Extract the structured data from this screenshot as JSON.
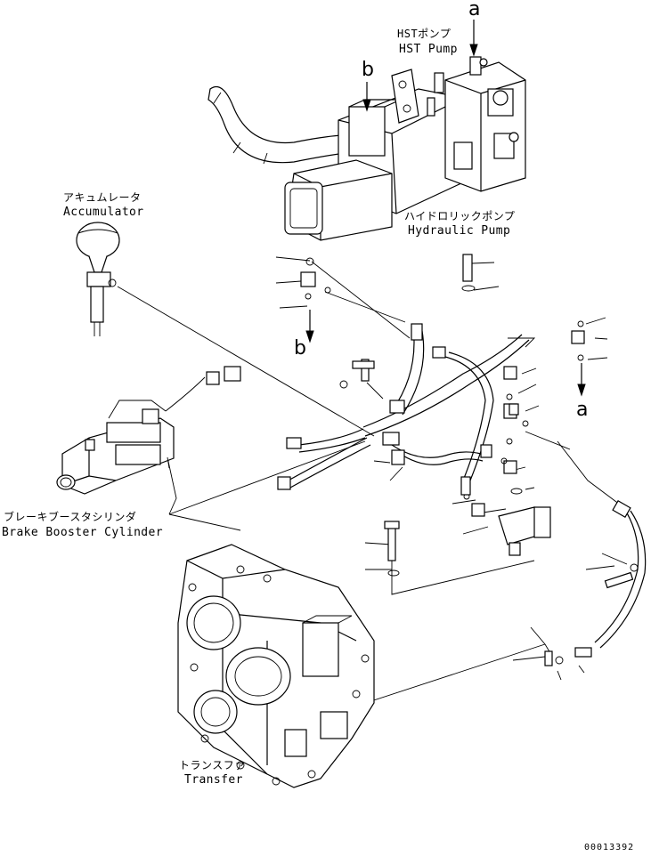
{
  "labels": {
    "hst_pump_jp": "HSTポンプ",
    "hst_pump_en": "HST Pump",
    "accumulator_jp": "アキュムレータ",
    "accumulator_en": "Accumulator",
    "hydraulic_pump_jp": "ハイドロリックポンプ",
    "hydraulic_pump_en": "Hydraulic Pump",
    "brake_booster_jp": "ブレーキブースタシリンダ",
    "brake_booster_en": "Brake Booster Cylinder",
    "transfer_jp": "トランスファ",
    "transfer_en": "Transfer"
  },
  "markers": {
    "a_top": "a",
    "b_top": "b",
    "b_mid": "b",
    "a_right": "a"
  },
  "document_number": "00013392"
}
